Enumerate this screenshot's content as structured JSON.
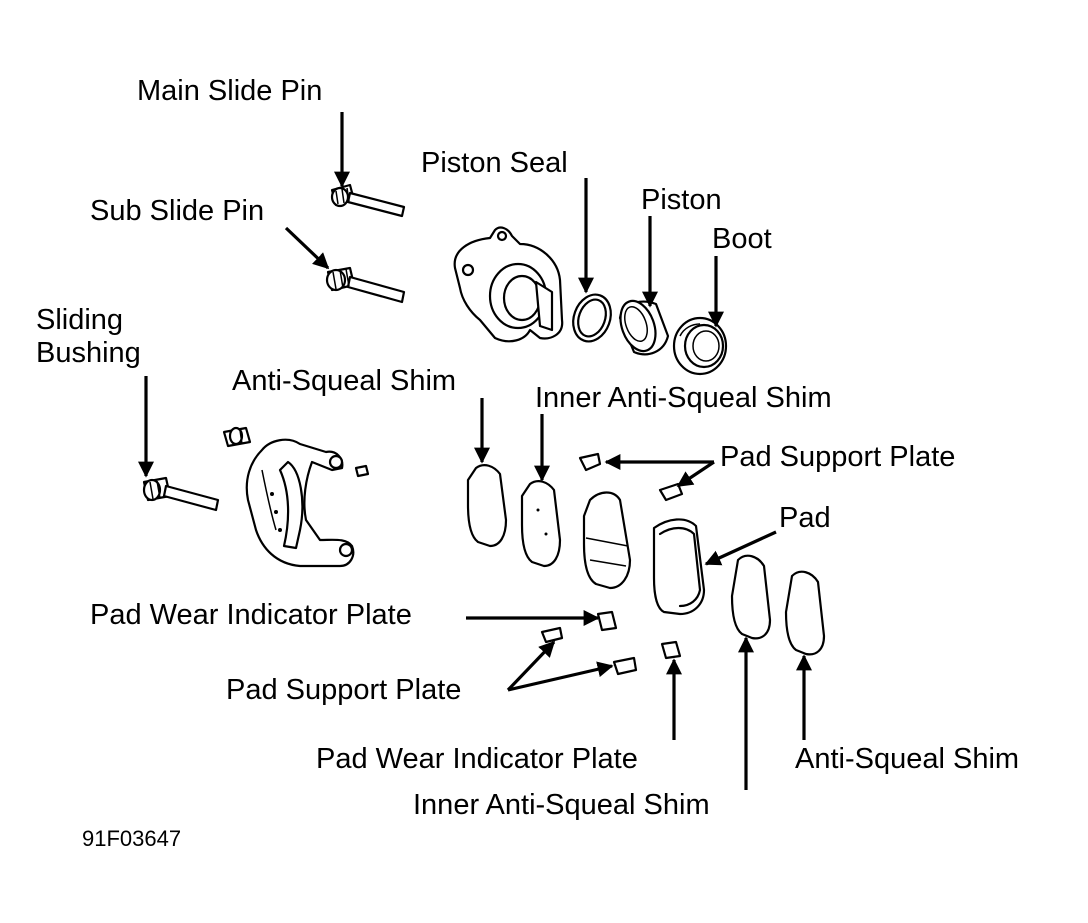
{
  "labels": {
    "main_slide_pin": "Main Slide Pin",
    "sub_slide_pin": "Sub Slide Pin",
    "piston_seal": "Piston Seal",
    "piston": "Piston",
    "boot": "Boot",
    "sliding_bushing_line1": "Sliding",
    "sliding_bushing_line2": "Bushing",
    "anti_squeal_shim_upper": "Anti-Squeal Shim",
    "inner_anti_squeal_shim_upper": "Inner Anti-Squeal Shim",
    "pad_support_plate_upper": "Pad Support Plate",
    "pad": "Pad",
    "pad_wear_indicator_plate_upper": "Pad Wear Indicator Plate",
    "pad_support_plate_lower": "Pad Support Plate",
    "pad_wear_indicator_plate_lower": "Pad Wear Indicator Plate",
    "anti_squeal_shim_lower": "Anti-Squeal Shim",
    "inner_anti_squeal_shim_lower": "Inner Anti-Squeal Shim"
  },
  "figure_code": "91F03647",
  "colors": {
    "ink": "#000000",
    "paper": "#ffffff"
  }
}
